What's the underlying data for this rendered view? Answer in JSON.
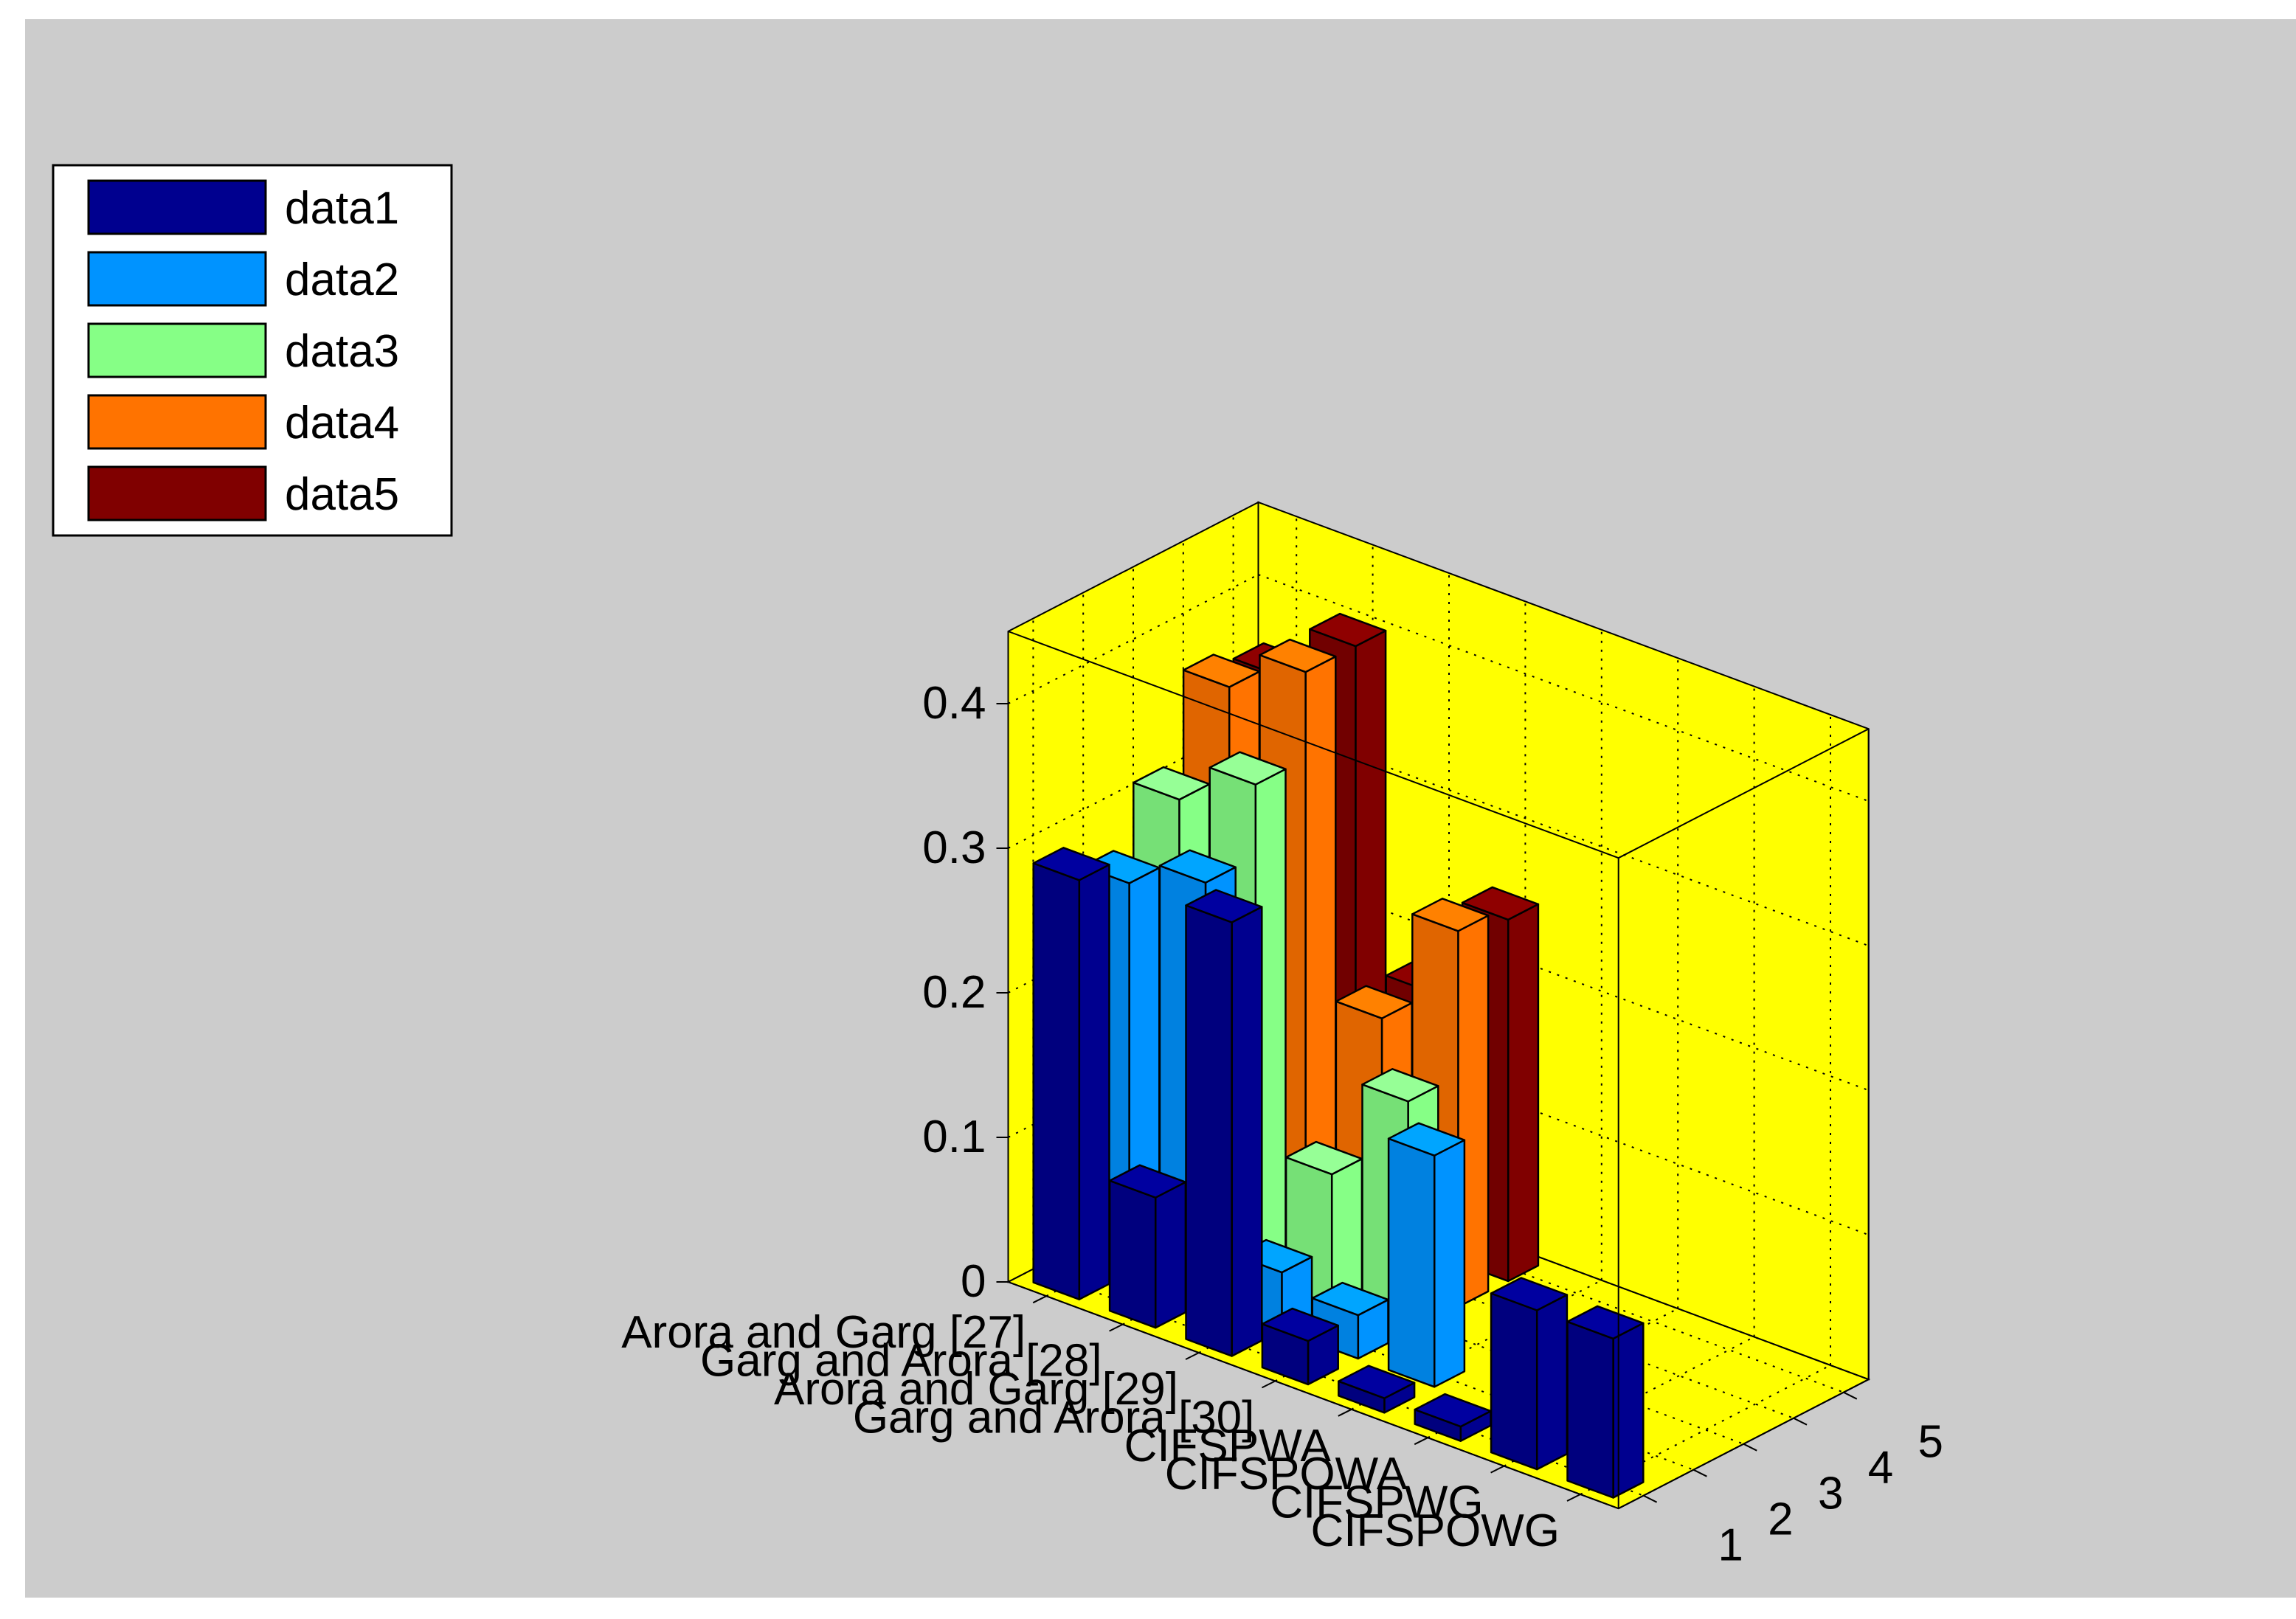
{
  "chart_data": {
    "type": "bar",
    "categories": [
      "Arora and Garg [27]",
      "Garg and Arora [28]",
      "Arora and Garg [29]",
      "Garg and Arora [30]",
      "CIFSPWA",
      "CIFSPOWA",
      "CIFSPWG",
      "CIFSPOWG"
    ],
    "depth_labels": [
      "1",
      "2",
      "3",
      "4",
      "5"
    ],
    "yticks": [
      "0",
      "0.1",
      "0.2",
      "0.3",
      "0.4"
    ],
    "zlim": [
      0,
      0.45
    ],
    "grid": true,
    "legend_position": "top-left",
    "series": [
      {
        "name": "data1",
        "color": "#00008f",
        "values": [
          0.29,
          0.09,
          0.3,
          0.03,
          0.01,
          0.01,
          0.11,
          0.11
        ]
      },
      {
        "name": "data2",
        "color": "#0093ff",
        "values": [
          0.27,
          0.29,
          0.04,
          0.03,
          0.16,
          0.0,
          0.0,
          0.0
        ]
      },
      {
        "name": "data3",
        "color": "#86ff86",
        "values": [
          0.31,
          0.34,
          0.09,
          0.16,
          0.0,
          0.0,
          0.0,
          0.0
        ]
      },
      {
        "name": "data4",
        "color": "#ff7300",
        "values": [
          0.37,
          0.4,
          0.18,
          0.26,
          0.0,
          0.0,
          0.0,
          0.0
        ]
      },
      {
        "name": "data5",
        "color": "#800000",
        "values": [
          0.36,
          0.4,
          0.18,
          0.25,
          0.0,
          0.0,
          0.0,
          0.0
        ]
      }
    ]
  }
}
